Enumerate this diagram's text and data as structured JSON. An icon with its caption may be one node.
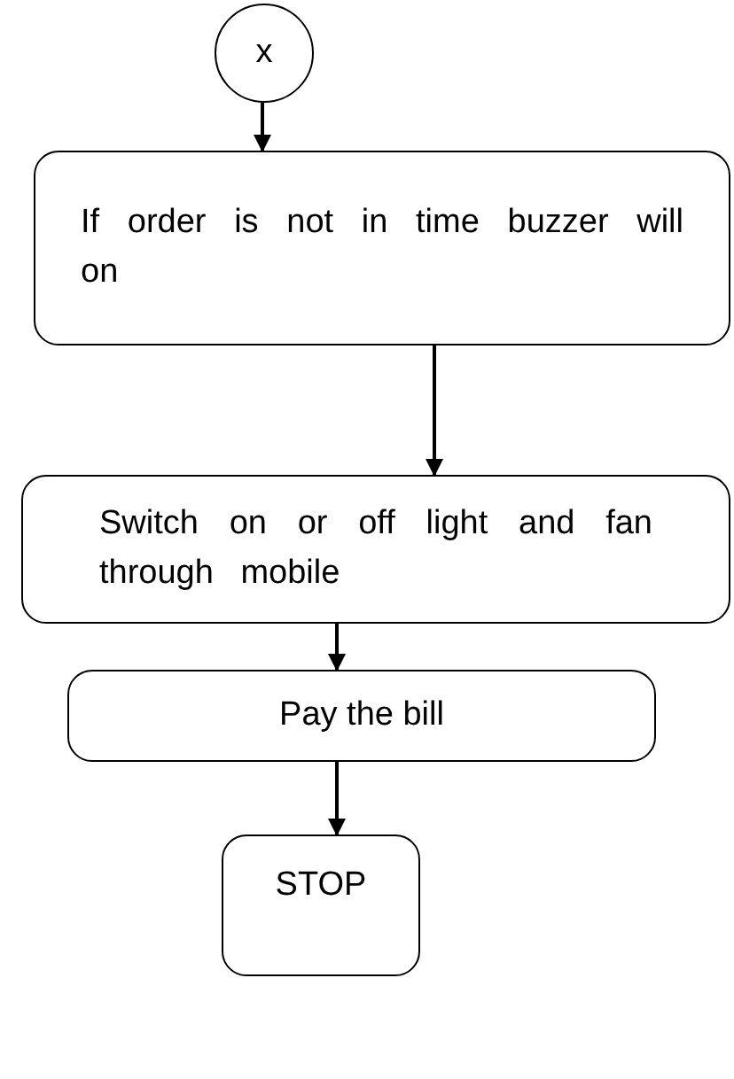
{
  "diagram": {
    "nodes": [
      {
        "text": [
          "x"
        ]
      },
      {
        "text": [
          "If order is not in time buzzer will on"
        ]
      },
      {
        "text": [
          "Switch on or off light and fan through mobile"
        ]
      },
      {
        "text": [
          "Pay the bill"
        ]
      },
      {
        "text": [
          "STOP"
        ]
      }
    ],
    "edges": [
      {
        "from": 0,
        "to": 1,
        "arrow": "to"
      },
      {
        "from": 1,
        "to": 2,
        "arrow": "to"
      },
      {
        "from": 2,
        "to": 3,
        "arrow": "to"
      },
      {
        "from": 3,
        "to": 4,
        "arrow": "to"
      }
    ]
  }
}
